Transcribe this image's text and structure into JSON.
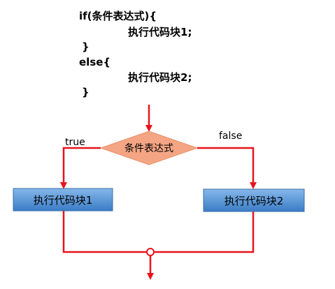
{
  "code": {
    "line1": "if(条件表达式){",
    "line2": "执行代码块1;",
    "line3": "}",
    "line4": "else{",
    "line5": "执行代码块2;",
    "line6": "}"
  },
  "flowchart": {
    "condition_label": "条件表达式",
    "true_label": "true",
    "false_label": "false",
    "block1_label": "执行代码块1",
    "block2_label": "执行代码块2",
    "colors": {
      "arrow": "#e8141c",
      "diamond_fill": "#f4a583",
      "diamond_stroke": "#e8906a",
      "box_fill_top": "#7fb3e6",
      "box_fill_bottom": "#3d7fc9",
      "box_stroke": "#3a6ea8"
    }
  }
}
